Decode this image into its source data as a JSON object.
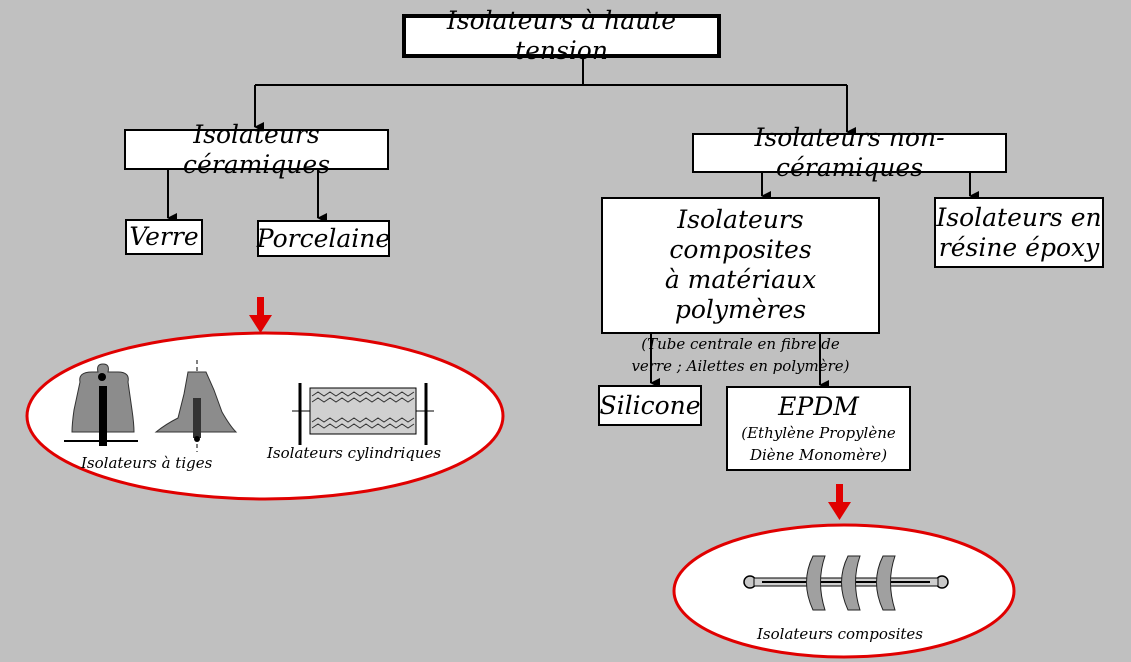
{
  "nodes": {
    "root": "Isolateurs à haute tension",
    "ceramic": "Isolateurs céramiques",
    "non_ceramic": "Isolateurs non-céramiques",
    "verre": "Verre",
    "porcelaine": "Porcelaine",
    "composite": {
      "line1": "Isolateurs composites",
      "line2": "à matériaux polymères",
      "note1": "(Tube centrale en fibre de",
      "note2": "verre ; Ailettes en polymère)"
    },
    "epoxy": {
      "line1": "Isolateurs en",
      "line2": "résine époxy"
    },
    "silicone": "Silicone",
    "epdm": {
      "title": "EPDM",
      "note1": "(Ethylène Propylène",
      "note2": "Diène Monomère)"
    }
  },
  "illustrations": {
    "tiges_label": "Isolateurs à tiges",
    "cylindriques_label": "Isolateurs cylindriques",
    "composites_label": "Isolateurs composites"
  },
  "colors": {
    "background": "#c0c0c0",
    "highlight": "#e00000"
  }
}
